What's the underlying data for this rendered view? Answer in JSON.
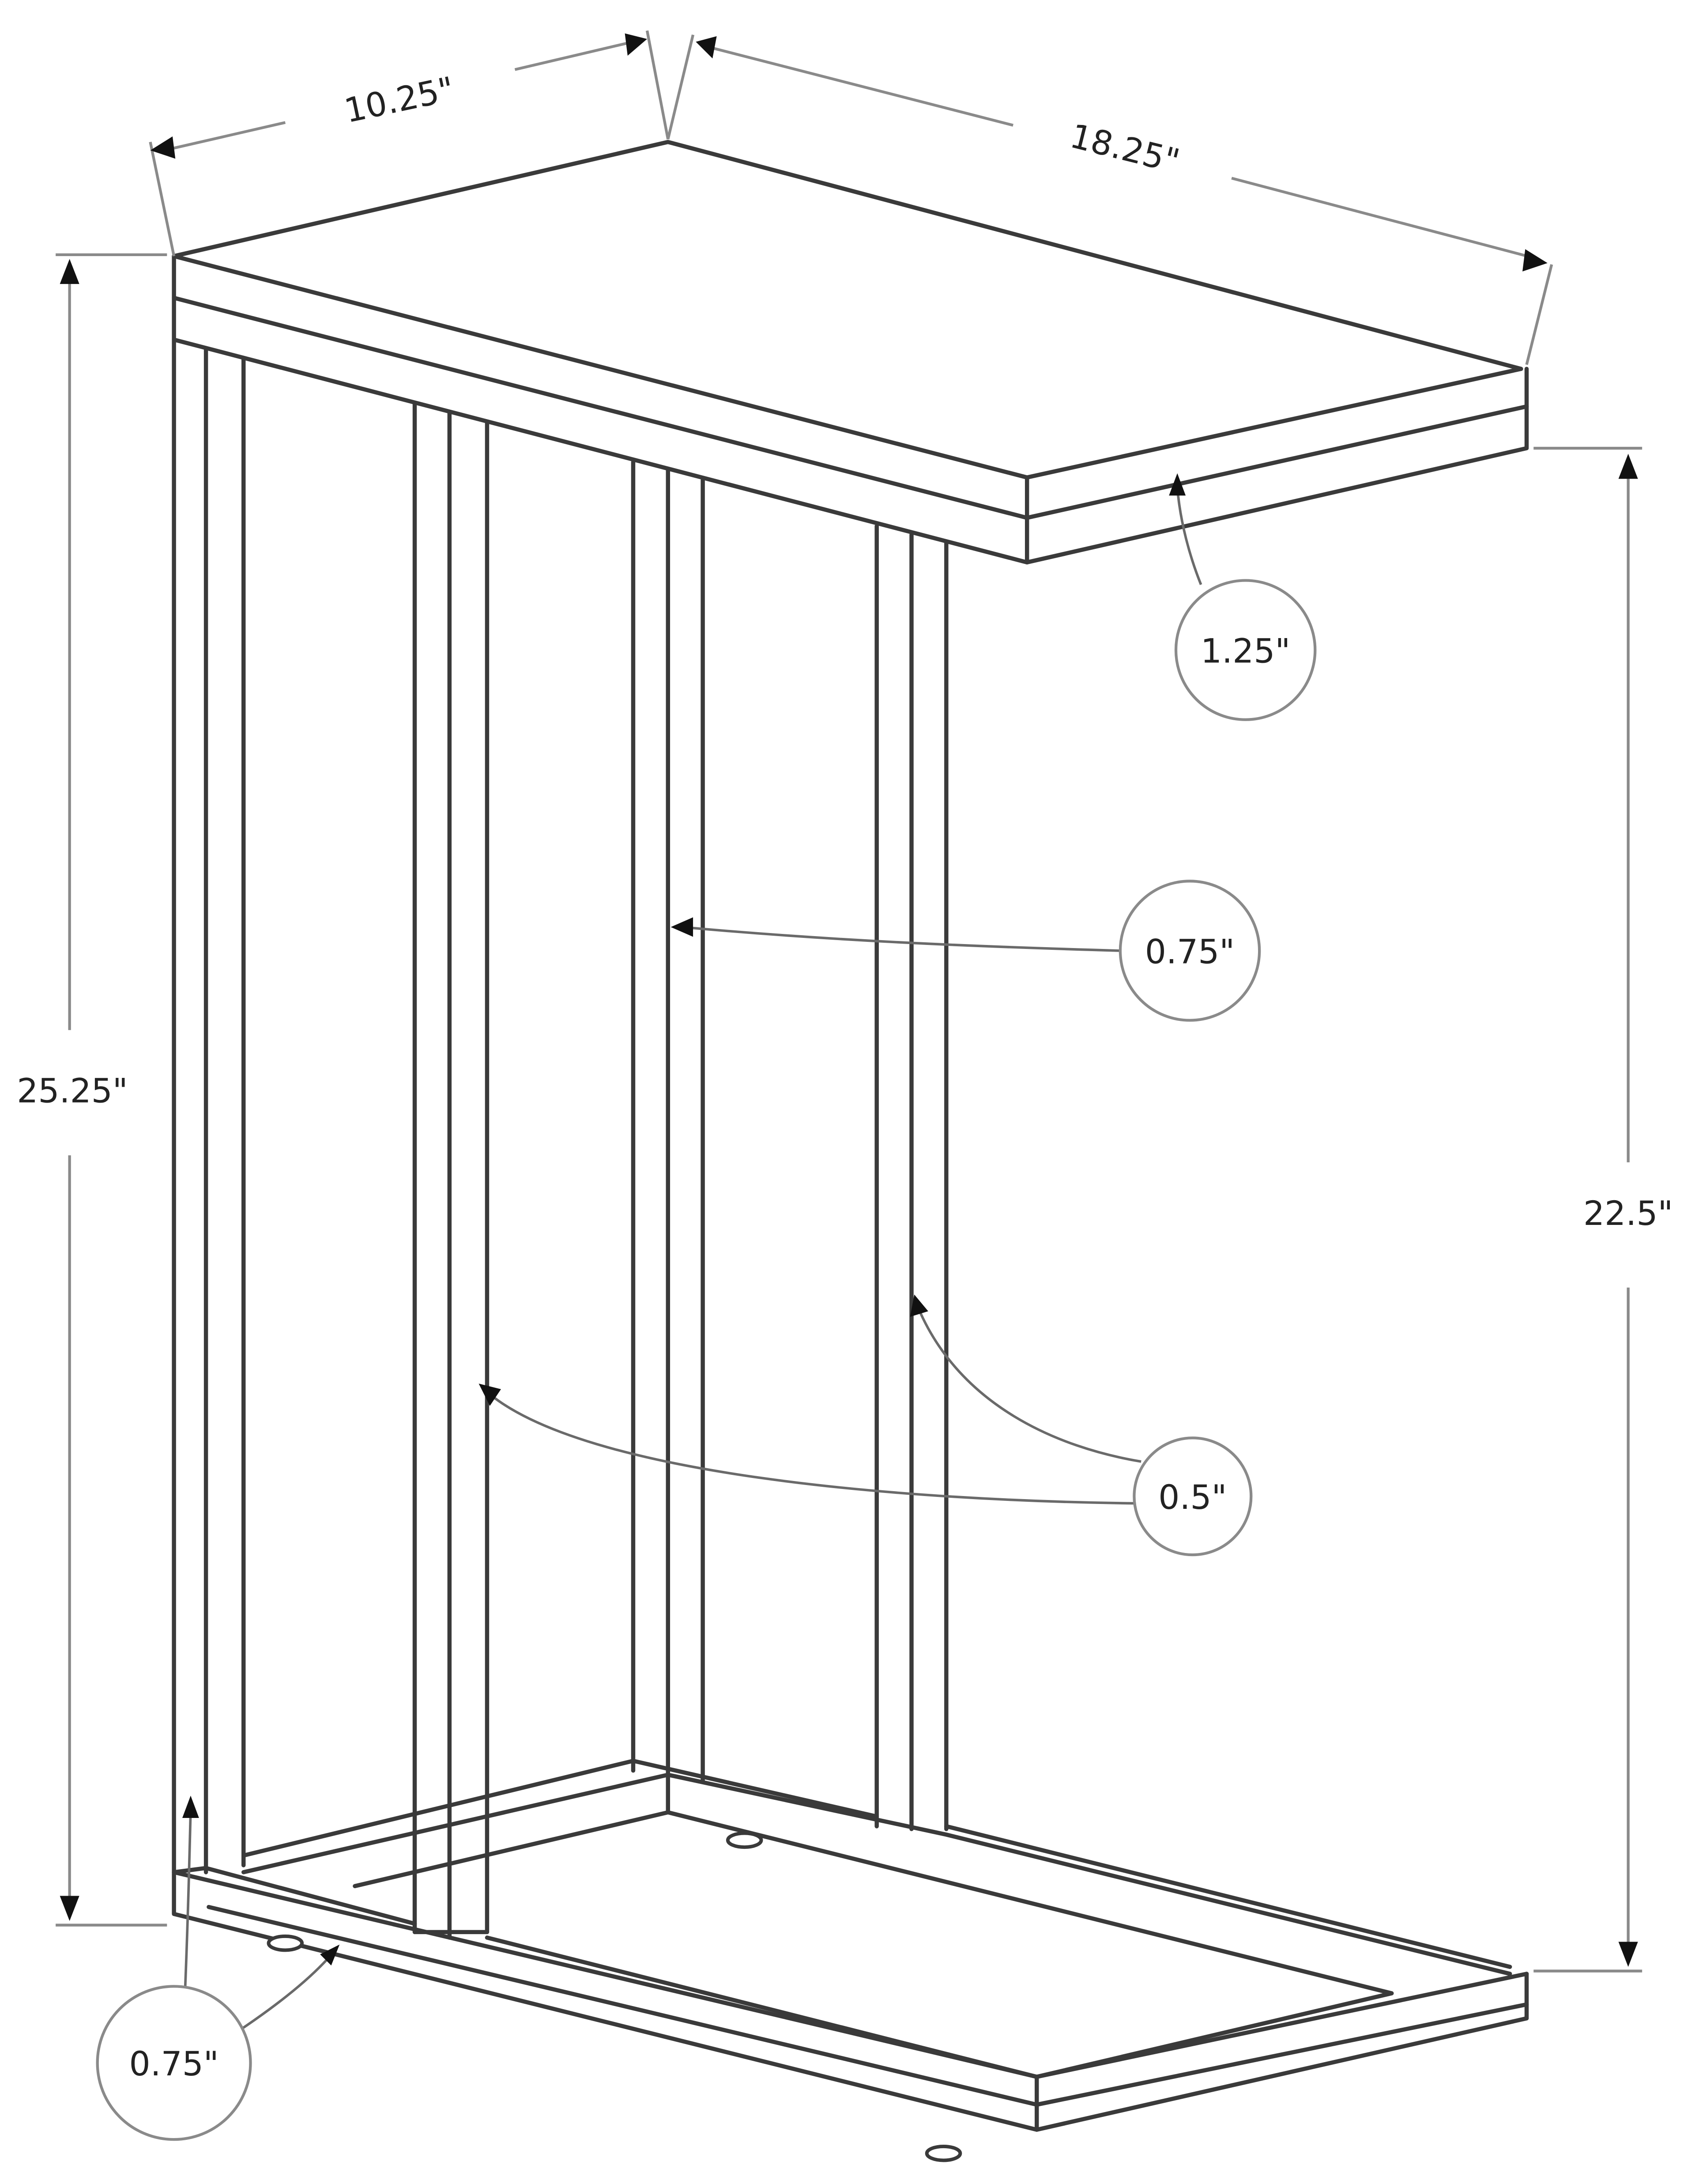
{
  "diagram": {
    "subject": "C-shaped side table dimension drawing",
    "colors": {
      "line": "#3a3a3a",
      "dimension_line": "#8a8a8a",
      "arrow": "#111111",
      "text": "#222222",
      "background": "#ffffff"
    },
    "dimensions": {
      "top_depth": "10.25\"",
      "top_length": "18.25\"",
      "overall_height": "25.25\"",
      "clearance_height": "22.5\"",
      "top_thickness": "1.25\"",
      "leg_width": "0.75\"",
      "leg_inner_width": "0.5\"",
      "base_thickness": "0.75\""
    }
  }
}
